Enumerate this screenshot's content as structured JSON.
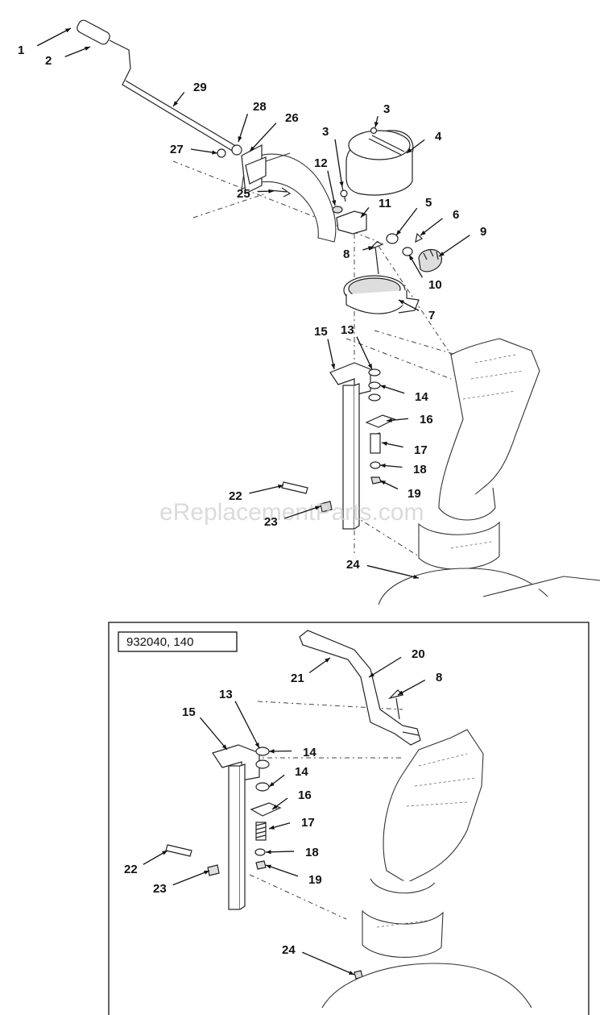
{
  "watermark": "eReplacementParts.com",
  "inset": {
    "label": "932040, 140"
  },
  "callouts_main": [
    "1",
    "2",
    "29",
    "28",
    "26",
    "27",
    "25",
    "3",
    "4",
    "3",
    "12",
    "11",
    "5",
    "6",
    "9",
    "8",
    "10",
    "7",
    "15",
    "13",
    "14",
    "16",
    "17",
    "18",
    "19",
    "22",
    "23",
    "24"
  ],
  "callouts_inset": [
    "21",
    "20",
    "8",
    "15",
    "13",
    "14",
    "14",
    "16",
    "17",
    "18",
    "19",
    "22",
    "23",
    "24"
  ]
}
